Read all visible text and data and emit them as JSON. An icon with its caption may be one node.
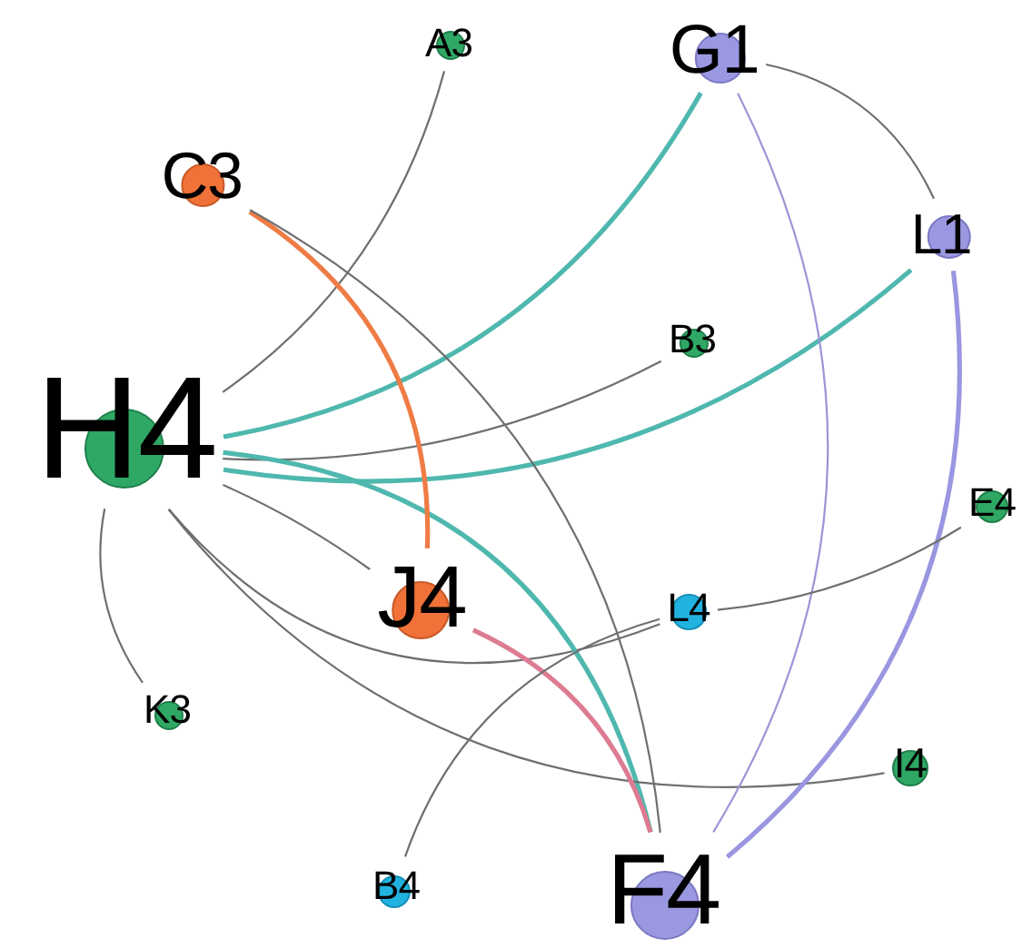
{
  "diagram": {
    "nodes": [
      {
        "text": [
          "A3"
        ]
      },
      {
        "text": [
          "G1"
        ]
      },
      {
        "text": [
          "C3"
        ]
      },
      {
        "text": [
          "L1"
        ]
      },
      {
        "text": [
          "B3"
        ]
      },
      {
        "text": [
          "H4"
        ]
      },
      {
        "text": [
          "E4"
        ]
      },
      {
        "text": [
          "J4"
        ]
      },
      {
        "text": [
          "L4"
        ]
      },
      {
        "text": [
          "K3"
        ]
      },
      {
        "text": [
          "I4"
        ]
      },
      {
        "text": [
          "B4"
        ]
      },
      {
        "text": [
          "F4"
        ]
      }
    ],
    "edges": [
      {
        "from": 5,
        "to": 0,
        "arrow": "none"
      },
      {
        "from": 5,
        "to": 1,
        "arrow": "none",
        "style": "thick",
        "color": "#4fb8ae"
      },
      {
        "from": 5,
        "to": 3,
        "arrow": "none",
        "style": "thick",
        "color": "#4fb8ae"
      },
      {
        "from": 5,
        "to": 4,
        "arrow": "none"
      },
      {
        "from": 5,
        "to": 7,
        "arrow": "none"
      },
      {
        "from": 5,
        "to": 8,
        "arrow": "none"
      },
      {
        "from": 5,
        "to": 12,
        "arrow": "none",
        "style": "thick",
        "color": "#4fb8ae"
      },
      {
        "from": 5,
        "to": 9,
        "arrow": "none"
      },
      {
        "from": 5,
        "to": 10,
        "arrow": "none"
      },
      {
        "from": 2,
        "to": 7,
        "arrow": "none",
        "style": "thick",
        "color": "#ef7b45"
      },
      {
        "from": 2,
        "to": 12,
        "arrow": "none"
      },
      {
        "from": 1,
        "to": 3,
        "arrow": "none"
      },
      {
        "from": 1,
        "to": 12,
        "arrow": "none",
        "color": "#9a96d6"
      },
      {
        "from": 3,
        "to": 12,
        "arrow": "none",
        "style": "thick",
        "color": "#9a96e0"
      },
      {
        "from": 7,
        "to": 12,
        "arrow": "none",
        "style": "thick",
        "color": "#dc7b91"
      },
      {
        "from": 11,
        "to": 8,
        "arrow": "none"
      },
      {
        "from": 8,
        "to": 6,
        "arrow": "none"
      }
    ]
  }
}
